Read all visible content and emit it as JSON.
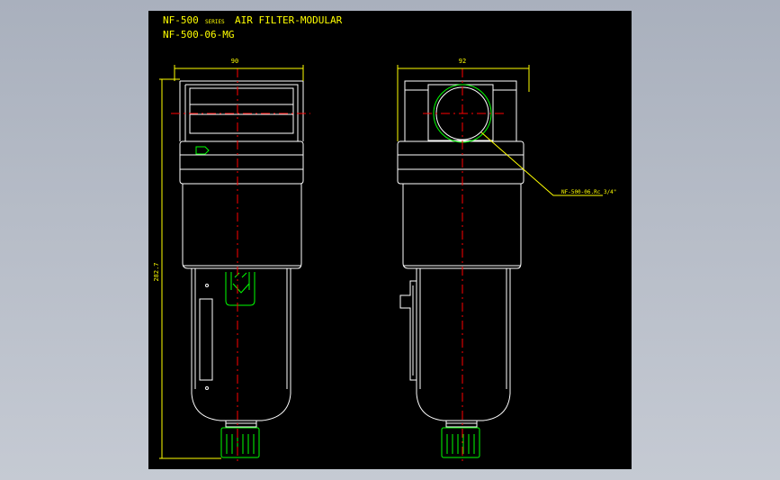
{
  "title": {
    "series_code": "NF-500",
    "series_word": "SERIES",
    "name": "AIR FILTER-MODULAR",
    "model": "NF-500-06-MG"
  },
  "dimensions": {
    "front_width": "90",
    "side_width": "92",
    "height": "282.7",
    "port_callout": "NF-500-06.Rc 3/4\""
  },
  "colors": {
    "background": "#000000",
    "outline": "#ffffff",
    "dimension": "#ffff00",
    "centerline": "#ff0000",
    "accent": "#00ff00"
  }
}
